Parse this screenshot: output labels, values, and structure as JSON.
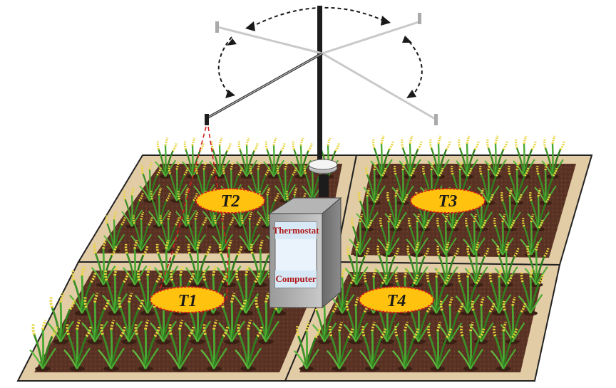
{
  "plots": [
    {
      "id": "T2",
      "label": "T2"
    },
    {
      "id": "T3",
      "label": "T3"
    },
    {
      "id": "T1",
      "label": "T1"
    },
    {
      "id": "T4",
      "label": "T4"
    }
  ],
  "control_box": {
    "thermostat_label": "Thermostat",
    "computer_label": "Computer"
  },
  "colors": {
    "frame_fill": "#e2cca6",
    "soil_fill": "#5a3324",
    "label_fill": "#ffc20e",
    "label_stroke": "#d21f1f",
    "plant_leaf": "#3f9a2a",
    "grain": "#e8d43a",
    "box_body": "#8a8a8a",
    "box_label_text": "#b01818"
  },
  "icons": [
    "rotating-heater-arm-icon",
    "heater-lamp-icon",
    "rotation-arrow-icon",
    "rice-plant-icon"
  ]
}
